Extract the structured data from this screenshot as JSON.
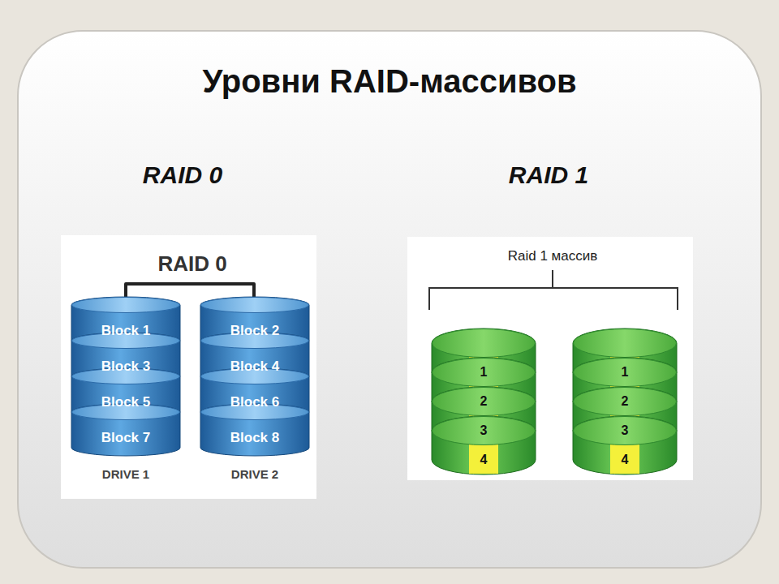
{
  "diagram": {
    "title": "Уровни RAID-массивов",
    "nodes": [
      {
        "text": [
          "Block 1"
        ]
      },
      {
        "text": [
          "Block 2"
        ]
      },
      {
        "text": [
          "Block 3"
        ]
      },
      {
        "text": [
          "Block 4"
        ]
      },
      {
        "text": [
          "Block 5"
        ]
      },
      {
        "text": [
          "Block 6"
        ]
      },
      {
        "text": [
          "Block 7"
        ]
      },
      {
        "text": [
          "Block 8"
        ]
      },
      {
        "text": [
          "1"
        ]
      },
      {
        "text": [
          "1"
        ]
      },
      {
        "text": [
          "2"
        ]
      },
      {
        "text": [
          "2"
        ]
      },
      {
        "text": [
          "3"
        ]
      },
      {
        "text": [
          "3"
        ]
      },
      {
        "text": [
          "4"
        ]
      },
      {
        "text": [
          "4"
        ]
      }
    ],
    "labels": [
      "RAID 0",
      "RAID 1",
      "RAID 0",
      "DRIVE 1",
      "DRIVE 2",
      "Raid 1 массив"
    ]
  }
}
